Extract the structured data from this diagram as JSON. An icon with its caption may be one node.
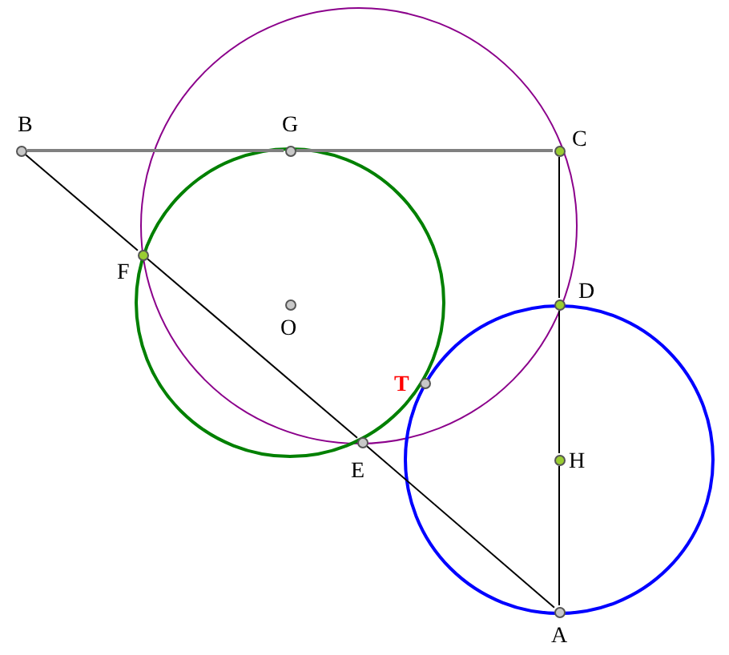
{
  "diagram": {
    "nodes": [
      {
        "text": [],
        "shape": "circle",
        "beside": [
          "B"
        ]
      },
      {
        "text": [],
        "shape": "circle",
        "beside": [
          "G"
        ]
      },
      {
        "text": [],
        "shape": "circle",
        "beside": [
          "C"
        ]
      },
      {
        "text": [],
        "shape": "circle",
        "beside": [
          "F"
        ]
      },
      {
        "text": [],
        "shape": "circle",
        "beside": [
          "D"
        ]
      },
      {
        "text": [],
        "shape": "circle",
        "beside": [
          "O"
        ]
      },
      {
        "text": [],
        "shape": "circle",
        "beside": [
          "T"
        ]
      },
      {
        "text": [],
        "shape": "circle",
        "beside": [
          "E"
        ]
      },
      {
        "text": [],
        "shape": "circle",
        "beside": [
          "H"
        ]
      },
      {
        "text": [],
        "shape": "circle",
        "beside": [
          "A"
        ]
      }
    ],
    "edges": [
      {
        "from": 0,
        "to": 1,
        "arrow": "none",
        "color": "#808080"
      },
      {
        "from": 1,
        "to": 2,
        "arrow": "none",
        "color": "#808080"
      },
      {
        "from": 2,
        "to": 4,
        "arrow": "none"
      },
      {
        "from": 4,
        "to": 8,
        "arrow": "none"
      },
      {
        "from": 8,
        "to": 9,
        "arrow": "none"
      },
      {
        "from": 0,
        "to": 3,
        "arrow": "none"
      },
      {
        "from": 3,
        "to": 7,
        "arrow": "none"
      },
      {
        "from": 7,
        "to": 9,
        "arrow": "none"
      }
    ]
  }
}
